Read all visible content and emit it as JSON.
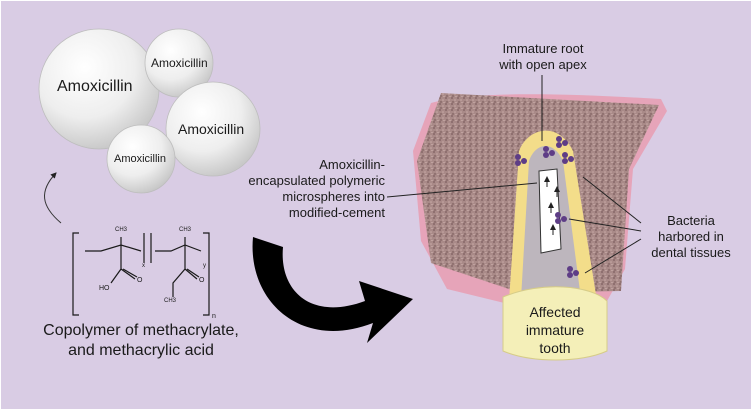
{
  "spheres": [
    {
      "label": "Amoxicillin"
    },
    {
      "label": "Amoxicillin"
    },
    {
      "label": "Amoxicillin"
    },
    {
      "label": "Amoxicillin"
    }
  ],
  "polymer": {
    "caption_line1": "Copolymer of methacrylate,",
    "caption_line2": "and methacrylic acid",
    "formula": {
      "ch3_top_1": "CH3",
      "ch3_top_2": "CH3",
      "x_sub": "x",
      "y_sub": "y",
      "n_sub": "n",
      "ho": "HO",
      "o_1": "O",
      "o_2": "O",
      "ch3_bottom": "CH3"
    }
  },
  "labels": {
    "microspheres_line1": "Amoxicillin-",
    "microspheres_line2": "encapsulated polymeric",
    "microspheres_line3": "microspheres into",
    "microspheres_line4": "modified-cement",
    "root_line1": "Immature root",
    "root_line2": "with open apex",
    "bacteria_line1": "Bacteria",
    "bacteria_line2": "harbored in",
    "bacteria_line3": "dental tissues",
    "tooth_line1": "Affected",
    "tooth_line2": "immature",
    "tooth_line3": "tooth"
  },
  "colors": {
    "background": "#d9cce4",
    "sphere": "#eeeeee",
    "tissue": "#a98a88",
    "gum": "#e7a0b4",
    "dentin": "#f3dd8a",
    "crown": "#f4efb8",
    "bacteria": "#5e3d86"
  }
}
